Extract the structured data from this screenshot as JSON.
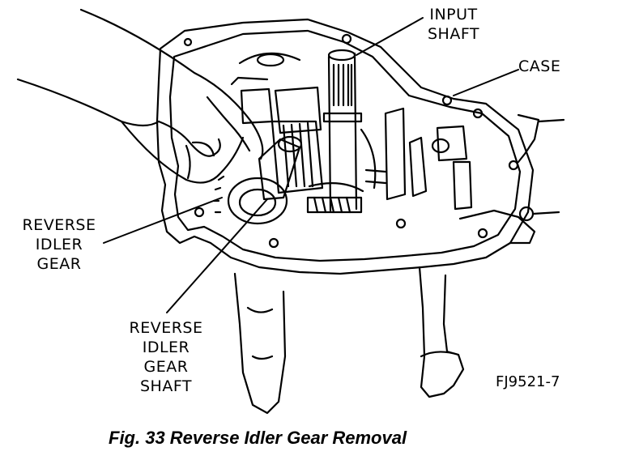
{
  "labels": {
    "input_shaft": [
      "INPUT",
      "SHAFT"
    ],
    "case": "CASE",
    "reverse_idler_gear": [
      "REVERSE",
      "IDLER",
      "GEAR"
    ],
    "reverse_idler_gear_shaft": [
      "REVERSE",
      "IDLER",
      "GEAR",
      "SHAFT"
    ],
    "figure_ref": "FJ9521-7"
  },
  "caption": "Fig. 33 Reverse Idler Gear Removal",
  "colors": {
    "ink": "#000000",
    "paper": "#ffffff"
  }
}
